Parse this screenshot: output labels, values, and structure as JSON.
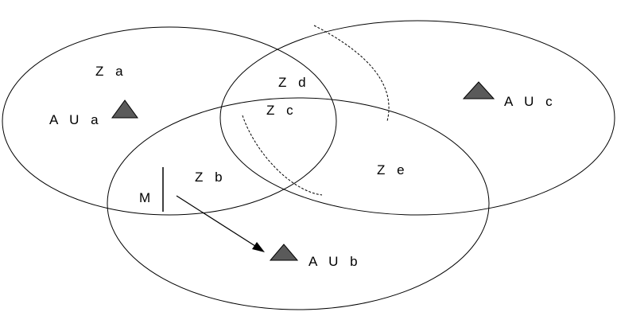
{
  "zones": {
    "a": "Z a",
    "b": "Z b",
    "c": "Z c",
    "d": "Z d",
    "e": "Z e"
  },
  "access_units": {
    "a": "A U a",
    "b": "A U b",
    "c": "A U c"
  },
  "mobile": "M",
  "colors": {
    "stroke": "#000000",
    "triangle_fill": "#5a5a5a",
    "background": "#ffffff"
  },
  "icons": {
    "access_unit": "triangle-icon",
    "mobile": "vertical-bar-icon",
    "movement": "arrow-icon"
  }
}
